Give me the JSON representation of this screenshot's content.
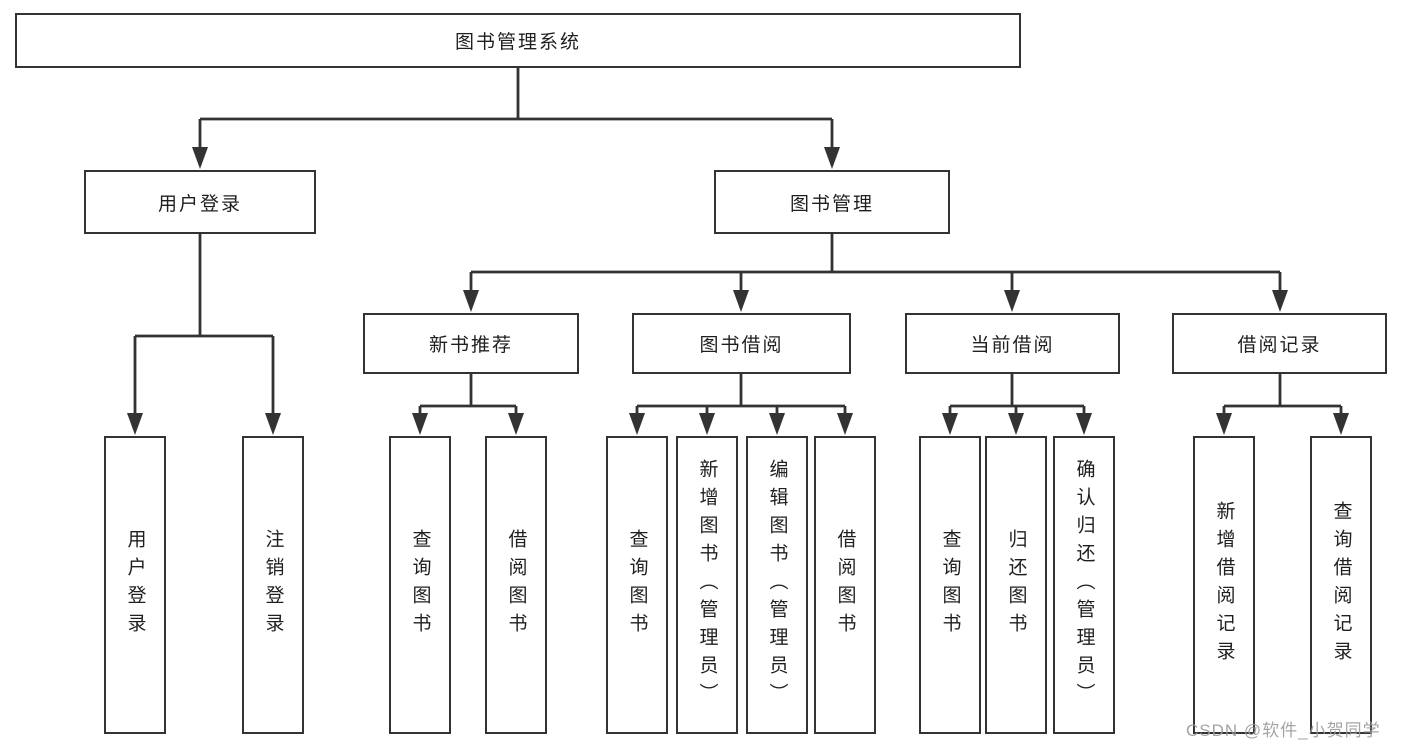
{
  "diagram_title": "图书管理系统",
  "tree": {
    "root": {
      "label": "图书管理系统"
    },
    "branches": [
      {
        "label": "用户登录",
        "children": [
          {
            "label": "用户登录"
          },
          {
            "label": "注销登录"
          }
        ]
      },
      {
        "label": "图书管理",
        "children": [
          {
            "label": "新书推荐",
            "children": [
              {
                "label": "查询图书"
              },
              {
                "label": "借阅图书"
              }
            ]
          },
          {
            "label": "图书借阅",
            "children": [
              {
                "label": "查询图书"
              },
              {
                "label": "新增图书（管理员）"
              },
              {
                "label": "编辑图书（管理员）"
              },
              {
                "label": "借阅图书"
              }
            ]
          },
          {
            "label": "当前借阅",
            "children": [
              {
                "label": "查询图书"
              },
              {
                "label": "归还图书"
              },
              {
                "label": "确认归还（管理员）"
              }
            ]
          },
          {
            "label": "借阅记录",
            "children": [
              {
                "label": "新增借阅记录"
              },
              {
                "label": "查询借阅记录"
              }
            ]
          }
        ]
      }
    ]
  },
  "watermark": {
    "text": "CSDN @软件_小贺同学"
  },
  "colors": {
    "line": "#333333",
    "text": "#1f1f1f",
    "wm": "#9b9b9b",
    "bg": "#ffffff"
  }
}
